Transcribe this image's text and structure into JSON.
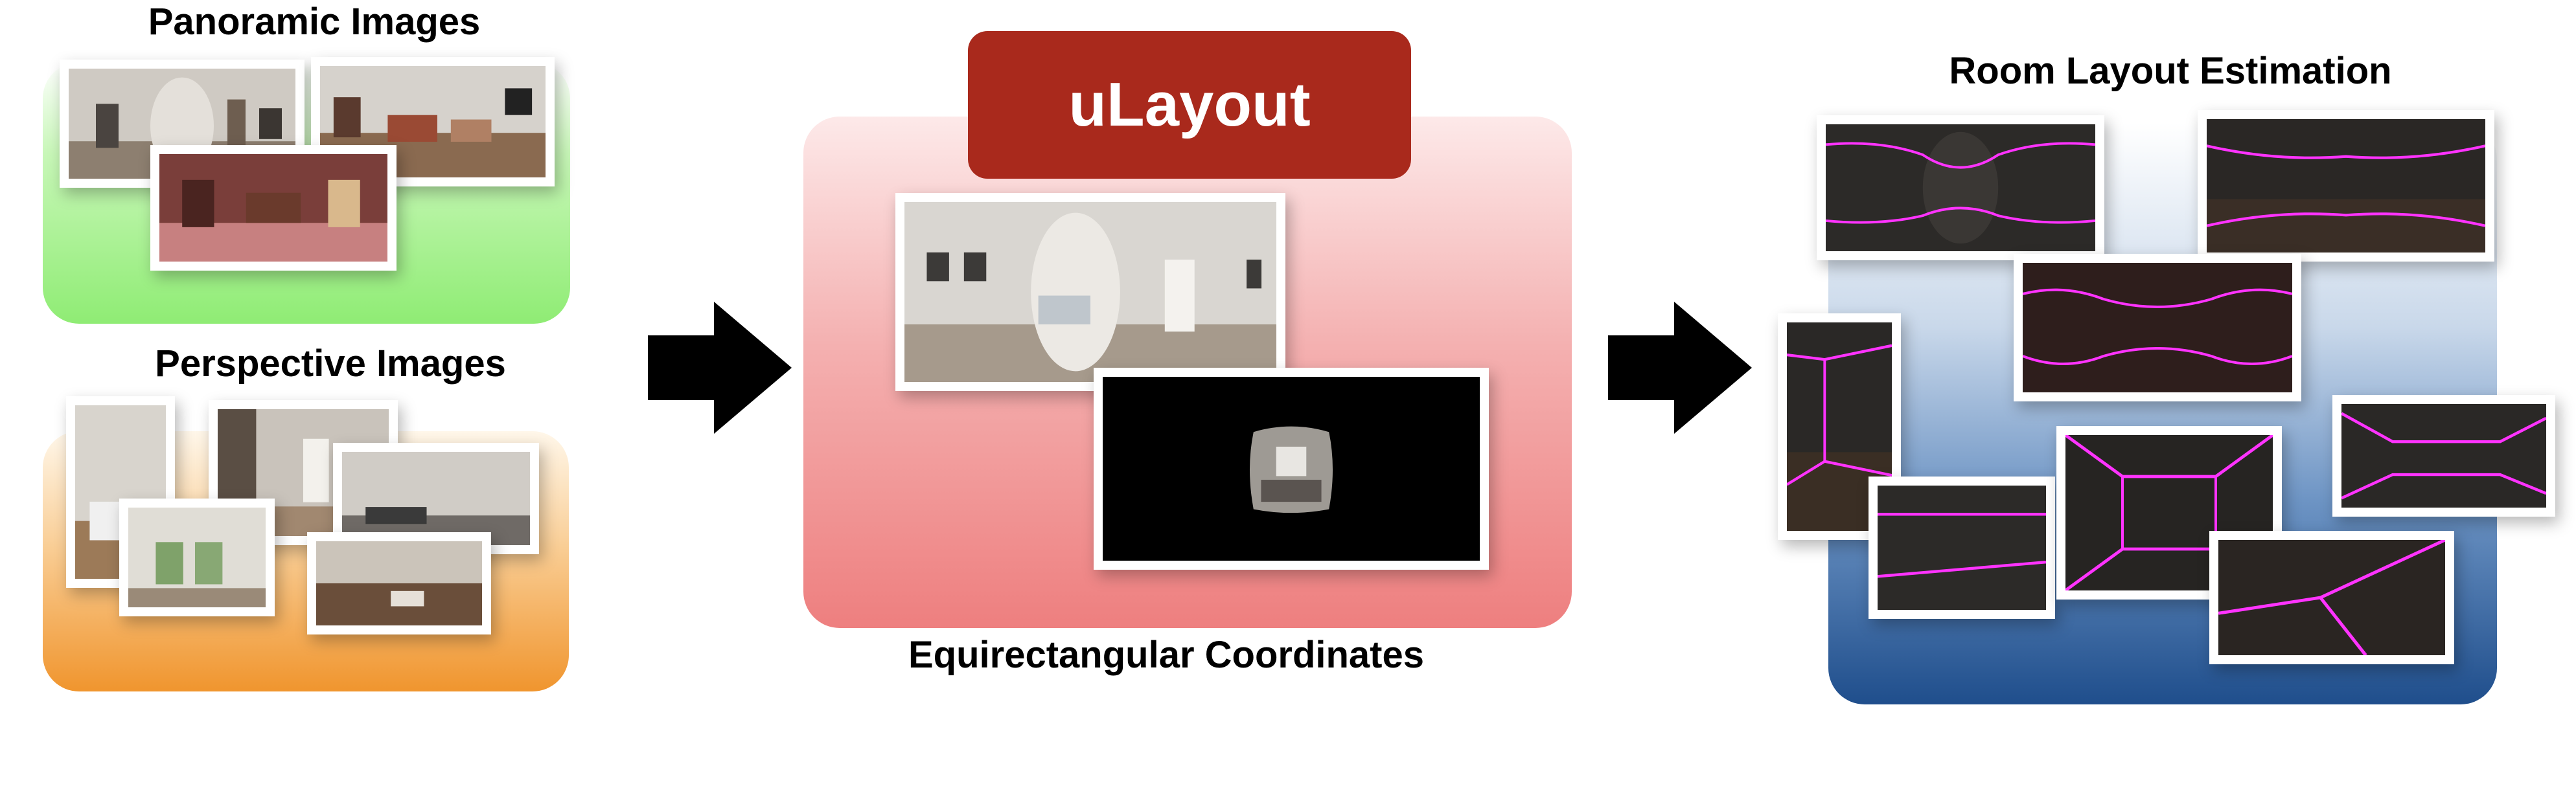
{
  "inputs": {
    "panoramic_title": "Panoramic Images",
    "perspective_title": "Perspective Images"
  },
  "core": {
    "label": "uLayout",
    "caption": "Equirectangular Coordinates"
  },
  "output": {
    "title": "Room Layout Estimation"
  },
  "colors": {
    "panoramic_panel": "#90ee78",
    "perspective_panel": "#f29a3a",
    "core_panel": "#ef8585",
    "core_label_bg": "#a9291c",
    "output_panel": "#1f4e8c",
    "layout_line": "#ff33ff"
  }
}
